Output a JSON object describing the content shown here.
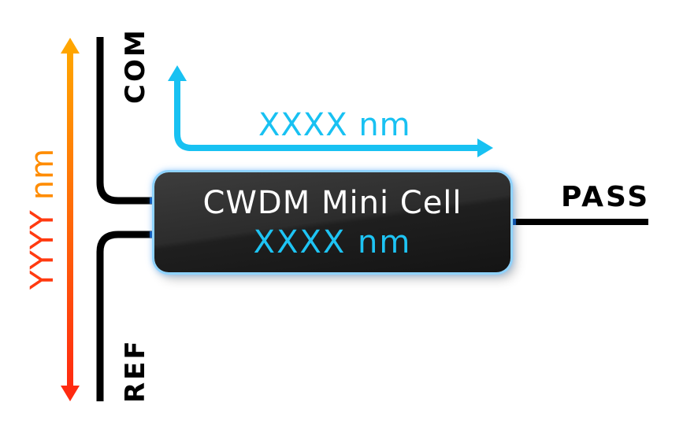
{
  "diagram": {
    "title": "CWDM Mini Cell",
    "cell_wavelength": "XXXX nm",
    "pass_band_label": "XXXX nm",
    "reflect_band_label_prefix": "YYYY",
    "reflect_band_label_unit": "nm",
    "ports": {
      "com": "COM",
      "ref": "REF",
      "pass": "PASS"
    },
    "colors": {
      "pass_arrow": "#18c1f2",
      "reflect_arrow_top": "#ffa500",
      "reflect_arrow_bottom": "#ff2a10",
      "fiber": "#000000",
      "box_glow": "#8fd3ff",
      "cell_text": "#ffffff",
      "cell_wavelength_text": "#1ec4f4"
    }
  }
}
